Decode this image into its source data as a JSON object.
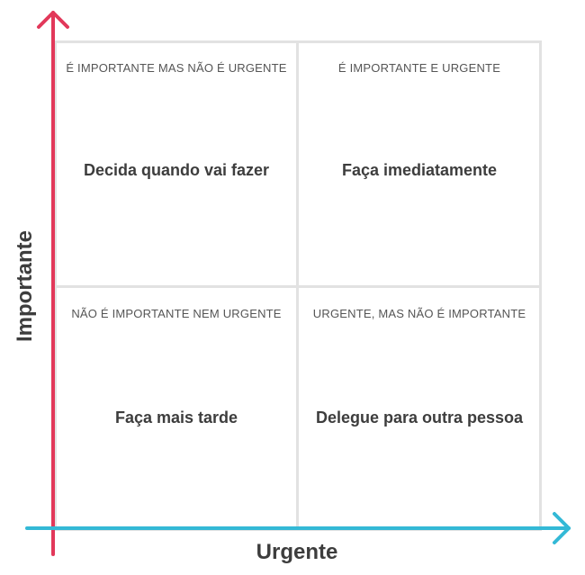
{
  "axes": {
    "y_label": "Importante",
    "x_label": "Urgente",
    "y_color": "#e2385a",
    "x_color": "#33b9d6"
  },
  "grid_color": "#e2e2e2",
  "quadrants": [
    {
      "position": "top-left",
      "caption": "É IMPORTANTE MAS NÃO É URGENTE",
      "action": "Decida quando vai fazer"
    },
    {
      "position": "top-right",
      "caption": "É IMPORTANTE E URGENTE",
      "action": "Faça imediatamente"
    },
    {
      "position": "bottom-left",
      "caption": "NÃO É IMPORTANTE NEM URGENTE",
      "action": "Faça mais tarde"
    },
    {
      "position": "bottom-right",
      "caption": "URGENTE, MAS NÃO É IMPORTANTE",
      "action": "Delegue para outra pessoa"
    }
  ]
}
